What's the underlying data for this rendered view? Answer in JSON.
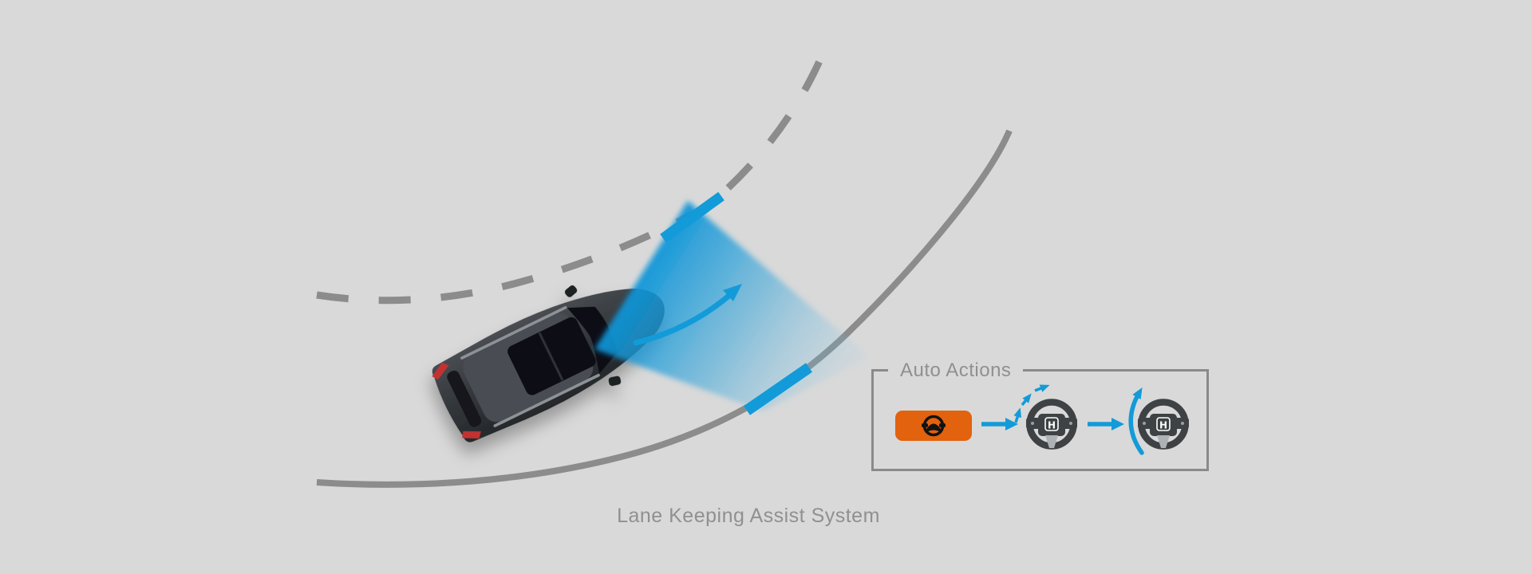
{
  "caption": "Lane Keeping Assist System",
  "auto_actions": {
    "label": "Auto Actions",
    "wheel_logo": "H",
    "sequence": [
      "lkas-indicator-light",
      "flow-arrow",
      "steering-wheel-small-corrections",
      "flow-arrow",
      "steering-wheel-active-steering"
    ]
  },
  "scene": {
    "elements": [
      "dashed-lane-line",
      "solid-lane-line",
      "car-top-view",
      "camera-detection-beam",
      "detected-lane-marking-inner",
      "detected-lane-marking-outer",
      "trajectory-arrow"
    ]
  },
  "colors": {
    "bg": "#d9d9d9",
    "lane": "#8c8c8c",
    "blue": "#129bd8",
    "orange": "#e2620e",
    "wheel": "#3e4245",
    "text": "#8f9091",
    "border": "#8a8a8a"
  }
}
